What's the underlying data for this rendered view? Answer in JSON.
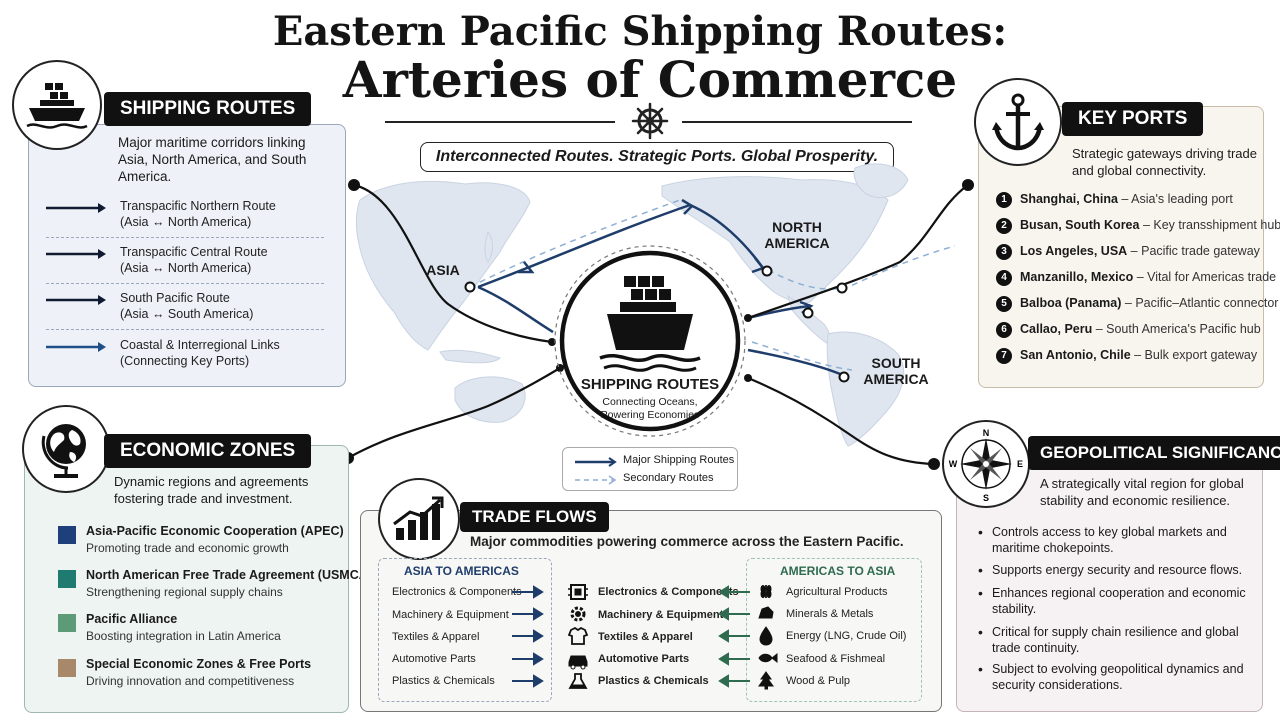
{
  "header": {
    "title_line1": "Eastern Pacific Shipping Routes:",
    "title_line2": "Arteries of Commerce",
    "tagline": "Interconnected Routes. Strategic Ports. Global Prosperity."
  },
  "map": {
    "labels": {
      "asia": "ASIA",
      "north_america": "NORTH AMERICA",
      "south_america": "SOUTH AMERICA"
    },
    "hub_title": "SHIPPING ROUTES",
    "hub_subtitle": "Connecting Oceans, Powering Economies",
    "legend": {
      "major": "Major Shipping Routes",
      "secondary": "Secondary Routes"
    },
    "colors": {
      "route": "#1f3d6b",
      "secondary": "#8eaed3",
      "land": "#dfe6f0"
    }
  },
  "shipping_routes": {
    "title": "SHIPPING ROUTES",
    "description": "Major maritime corridors linking Asia, North America, and South America.",
    "items": [
      {
        "name": "Transpacific Northern Route",
        "sub": "(Asia ↔ North America)"
      },
      {
        "name": "Transpacific Central Route",
        "sub": "(Asia ↔ North America)"
      },
      {
        "name": "South Pacific Route",
        "sub": "(Asia ↔ South America)"
      },
      {
        "name": "Coastal & Interregional Links",
        "sub": "(Connecting Key Ports)"
      }
    ]
  },
  "key_ports": {
    "title": "KEY PORTS",
    "description": "Strategic gateways driving trade and global connectivity.",
    "items": [
      {
        "num": "1",
        "name": "Shanghai, China",
        "desc": " – Asia's leading port"
      },
      {
        "num": "2",
        "name": "Busan, South Korea",
        "desc": " – Key transshipment hub"
      },
      {
        "num": "3",
        "name": "Los Angeles, USA",
        "desc": " – Pacific trade gateway"
      },
      {
        "num": "4",
        "name": "Manzanillo, Mexico",
        "desc": " – Vital for Americas trade"
      },
      {
        "num": "5",
        "name": "Balboa (Panama)",
        "desc": " – Pacific–Atlantic connector"
      },
      {
        "num": "6",
        "name": "Callao, Peru",
        "desc": " – South America's Pacific hub"
      },
      {
        "num": "7",
        "name": "San Antonio, Chile",
        "desc": " – Bulk export gateway"
      }
    ]
  },
  "economic_zones": {
    "title": "ECONOMIC ZONES",
    "description": "Dynamic regions and agreements fostering trade and investment.",
    "items": [
      {
        "name": "Asia-Pacific Economic Cooperation (APEC)",
        "sub": "Promoting trade and economic growth",
        "color": "#1f3f7a"
      },
      {
        "name": "North American Free Trade Agreement (USMCA)",
        "sub": "Strengthening regional supply chains",
        "color": "#1f7a70"
      },
      {
        "name": "Pacific Alliance",
        "sub": "Boosting integration in Latin America",
        "color": "#5c9a78"
      },
      {
        "name": "Special Economic Zones & Free Ports",
        "sub": "Driving innovation and competitiveness",
        "color": "#a8886a"
      }
    ]
  },
  "geopolitical": {
    "title": "GEOPOLITICAL SIGNIFICANCE",
    "description": "A strategically vital region for global stability and economic resilience.",
    "compass": {
      "n": "N",
      "s": "S",
      "e": "E",
      "w": "W"
    },
    "items": [
      "Controls access to key global markets and maritime chokepoints.",
      "Supports energy security and resource flows.",
      "Enhances regional cooperation and economic stability.",
      "Critical for supply chain resilience and global trade continuity.",
      "Subject to evolving geopolitical dynamics and security considerations."
    ]
  },
  "trade_flows": {
    "title": "TRADE FLOWS",
    "description": "Major commodities powering commerce across the Eastern Pacific.",
    "asia_to_americas": {
      "title": "ASIA TO AMERICAS",
      "items": [
        "Electronics & Components",
        "Machinery & Equipment",
        "Textiles & Apparel",
        "Automotive Parts",
        "Plastics & Chemicals"
      ]
    },
    "middle": {
      "items": [
        "Electronics & Components",
        "Machinery & Equipment",
        "Textiles & Apparel",
        "Automotive Parts",
        "Plastics & Chemicals"
      ],
      "icons": [
        "chip-icon",
        "gear-icon",
        "shirt-icon",
        "car-icon",
        "flask-icon"
      ]
    },
    "americas_to_asia": {
      "title": "AMERICAS TO ASIA",
      "items": [
        "Agricultural Products",
        "Minerals & Metals",
        "Energy (LNG, Crude Oil)",
        "Seafood & Fishmeal",
        "Wood & Pulp"
      ],
      "icons": [
        "wheat-icon",
        "ore-icon",
        "oil-drop-icon",
        "fish-icon",
        "tree-icon"
      ]
    }
  }
}
